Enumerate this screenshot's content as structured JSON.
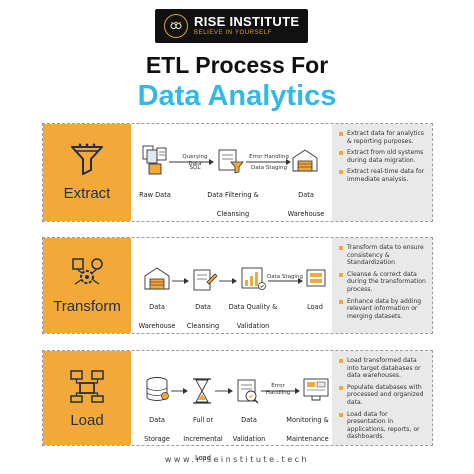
{
  "logo": {
    "name": "RISE INSTITUTE",
    "tagline": "BELIEVE IN YOURSELF"
  },
  "title": {
    "line1": "ETL Process For",
    "line2": "Data Analytics"
  },
  "sections": [
    {
      "stage": "Extract",
      "nodes": [
        "Raw Data",
        "Data Filtering & Cleansing",
        "Data Warehouse"
      ],
      "edges": [
        "Querying Data",
        "SQL",
        "Error Handling",
        "Data Staging"
      ],
      "bullets": [
        "Extract data for analytics & reporting purposes.",
        "Extract from old systems during data migration.",
        "Extract real-time data for immediate analysis."
      ]
    },
    {
      "stage": "Transform",
      "nodes": [
        "Data Warehouse",
        "Data Cleansing",
        "Data Quality & Validation",
        "Load"
      ],
      "edges": [
        "Data Staging"
      ],
      "bullets": [
        "Transform data to ensure consistency & Standardization",
        "Cleanse & correct data during the transformation process.",
        "Enhance data by adding relevant information or merging datasets."
      ]
    },
    {
      "stage": "Load",
      "nodes": [
        "Data Storage",
        "Full or Incremental Load",
        "Data Validation",
        "Monitoring & Maintenance"
      ],
      "edges": [
        "Error Handling"
      ],
      "bullets": [
        "Load transformed data into target databases or data warehouses.",
        "Populate databases with processed and organized data.",
        "Load data for presentation in applications, reports, or dashboards."
      ]
    }
  ],
  "footer": "www.riseinstitute.tech",
  "colors": {
    "accent": "#f3a93a",
    "title_blue": "#32b9e6",
    "panel": "#e9e9e9",
    "navy": "#1f2f4a"
  }
}
